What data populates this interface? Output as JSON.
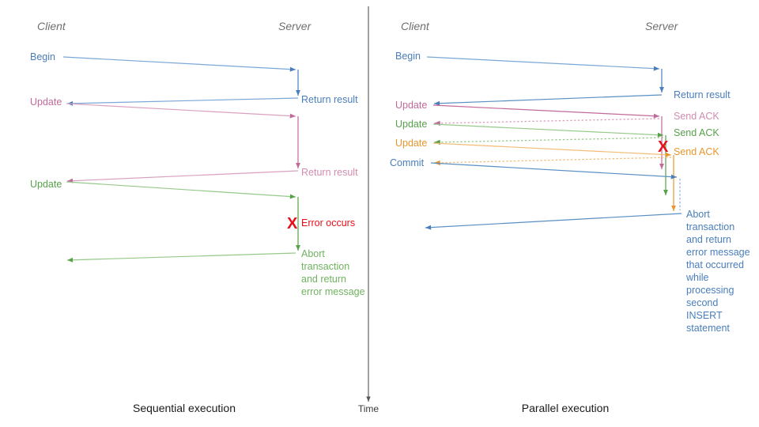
{
  "diagram": {
    "title_left": "Sequential execution",
    "title_right": "Parallel execution",
    "time_axis_label": "Time",
    "colors": {
      "blue": "#4a7ebb",
      "blue_light": "#7ba7d7",
      "pink": "#c2699a",
      "pink_light": "#d9a1bf",
      "green": "#57a14a",
      "green_light": "#96c98a",
      "orange": "#e8962e",
      "orange_light": "#f2bc77",
      "red": "#e8101a",
      "gray": "#6f6f6f",
      "divider": "#555555"
    }
  },
  "left_panel": {
    "name": "sequential-execution",
    "client_header": "Client",
    "server_header": "Server",
    "caption": "Sequential execution",
    "messages": [
      {
        "id": "begin",
        "label": "Begin",
        "color": "blue",
        "side": "client"
      },
      {
        "id": "return-result-1",
        "label": "Return result",
        "color": "blue",
        "side": "server"
      },
      {
        "id": "update-1",
        "label": "Update",
        "color": "pink",
        "side": "client"
      },
      {
        "id": "return-result-2",
        "label": "Return result",
        "color": "pink",
        "side": "server"
      },
      {
        "id": "update-2",
        "label": "Update",
        "color": "green",
        "side": "client"
      },
      {
        "id": "error",
        "label": "Error occurs",
        "color": "red",
        "side": "server"
      },
      {
        "id": "abort",
        "label": "Abort transaction and return error message",
        "color": "green",
        "side": "server"
      }
    ],
    "abort_text_lines": [
      "Abort",
      "transaction",
      "and return",
      "error message"
    ],
    "error_marker": "X"
  },
  "right_panel": {
    "name": "parallel-execution",
    "client_header": "Client",
    "server_header": "Server",
    "caption": "Parallel execution",
    "messages": [
      {
        "id": "begin",
        "label": "Begin",
        "color": "blue",
        "side": "client"
      },
      {
        "id": "return-result",
        "label": "Return result",
        "color": "blue",
        "side": "server"
      },
      {
        "id": "update-1",
        "label": "Update",
        "color": "pink",
        "side": "client"
      },
      {
        "id": "send-ack-1",
        "label": "Send ACK",
        "color": "pink",
        "side": "server"
      },
      {
        "id": "update-2",
        "label": "Update",
        "color": "green",
        "side": "client"
      },
      {
        "id": "send-ack-2",
        "label": "Send ACK",
        "color": "green",
        "side": "server"
      },
      {
        "id": "update-3",
        "label": "Update",
        "color": "orange",
        "side": "client"
      },
      {
        "id": "send-ack-3",
        "label": "Send ACK",
        "color": "orange",
        "side": "server"
      },
      {
        "id": "commit",
        "label": "Commit",
        "color": "blue",
        "side": "client"
      },
      {
        "id": "abort",
        "label": "Abort transaction and return error message that occurred while processing second INSERT statement",
        "color": "blue",
        "side": "server"
      }
    ],
    "abort_text_lines": [
      "Abort",
      "transaction",
      "and return",
      "error message",
      "that occurred",
      "while",
      "processing",
      "second",
      "INSERT",
      "statement"
    ],
    "error_marker": "X"
  }
}
